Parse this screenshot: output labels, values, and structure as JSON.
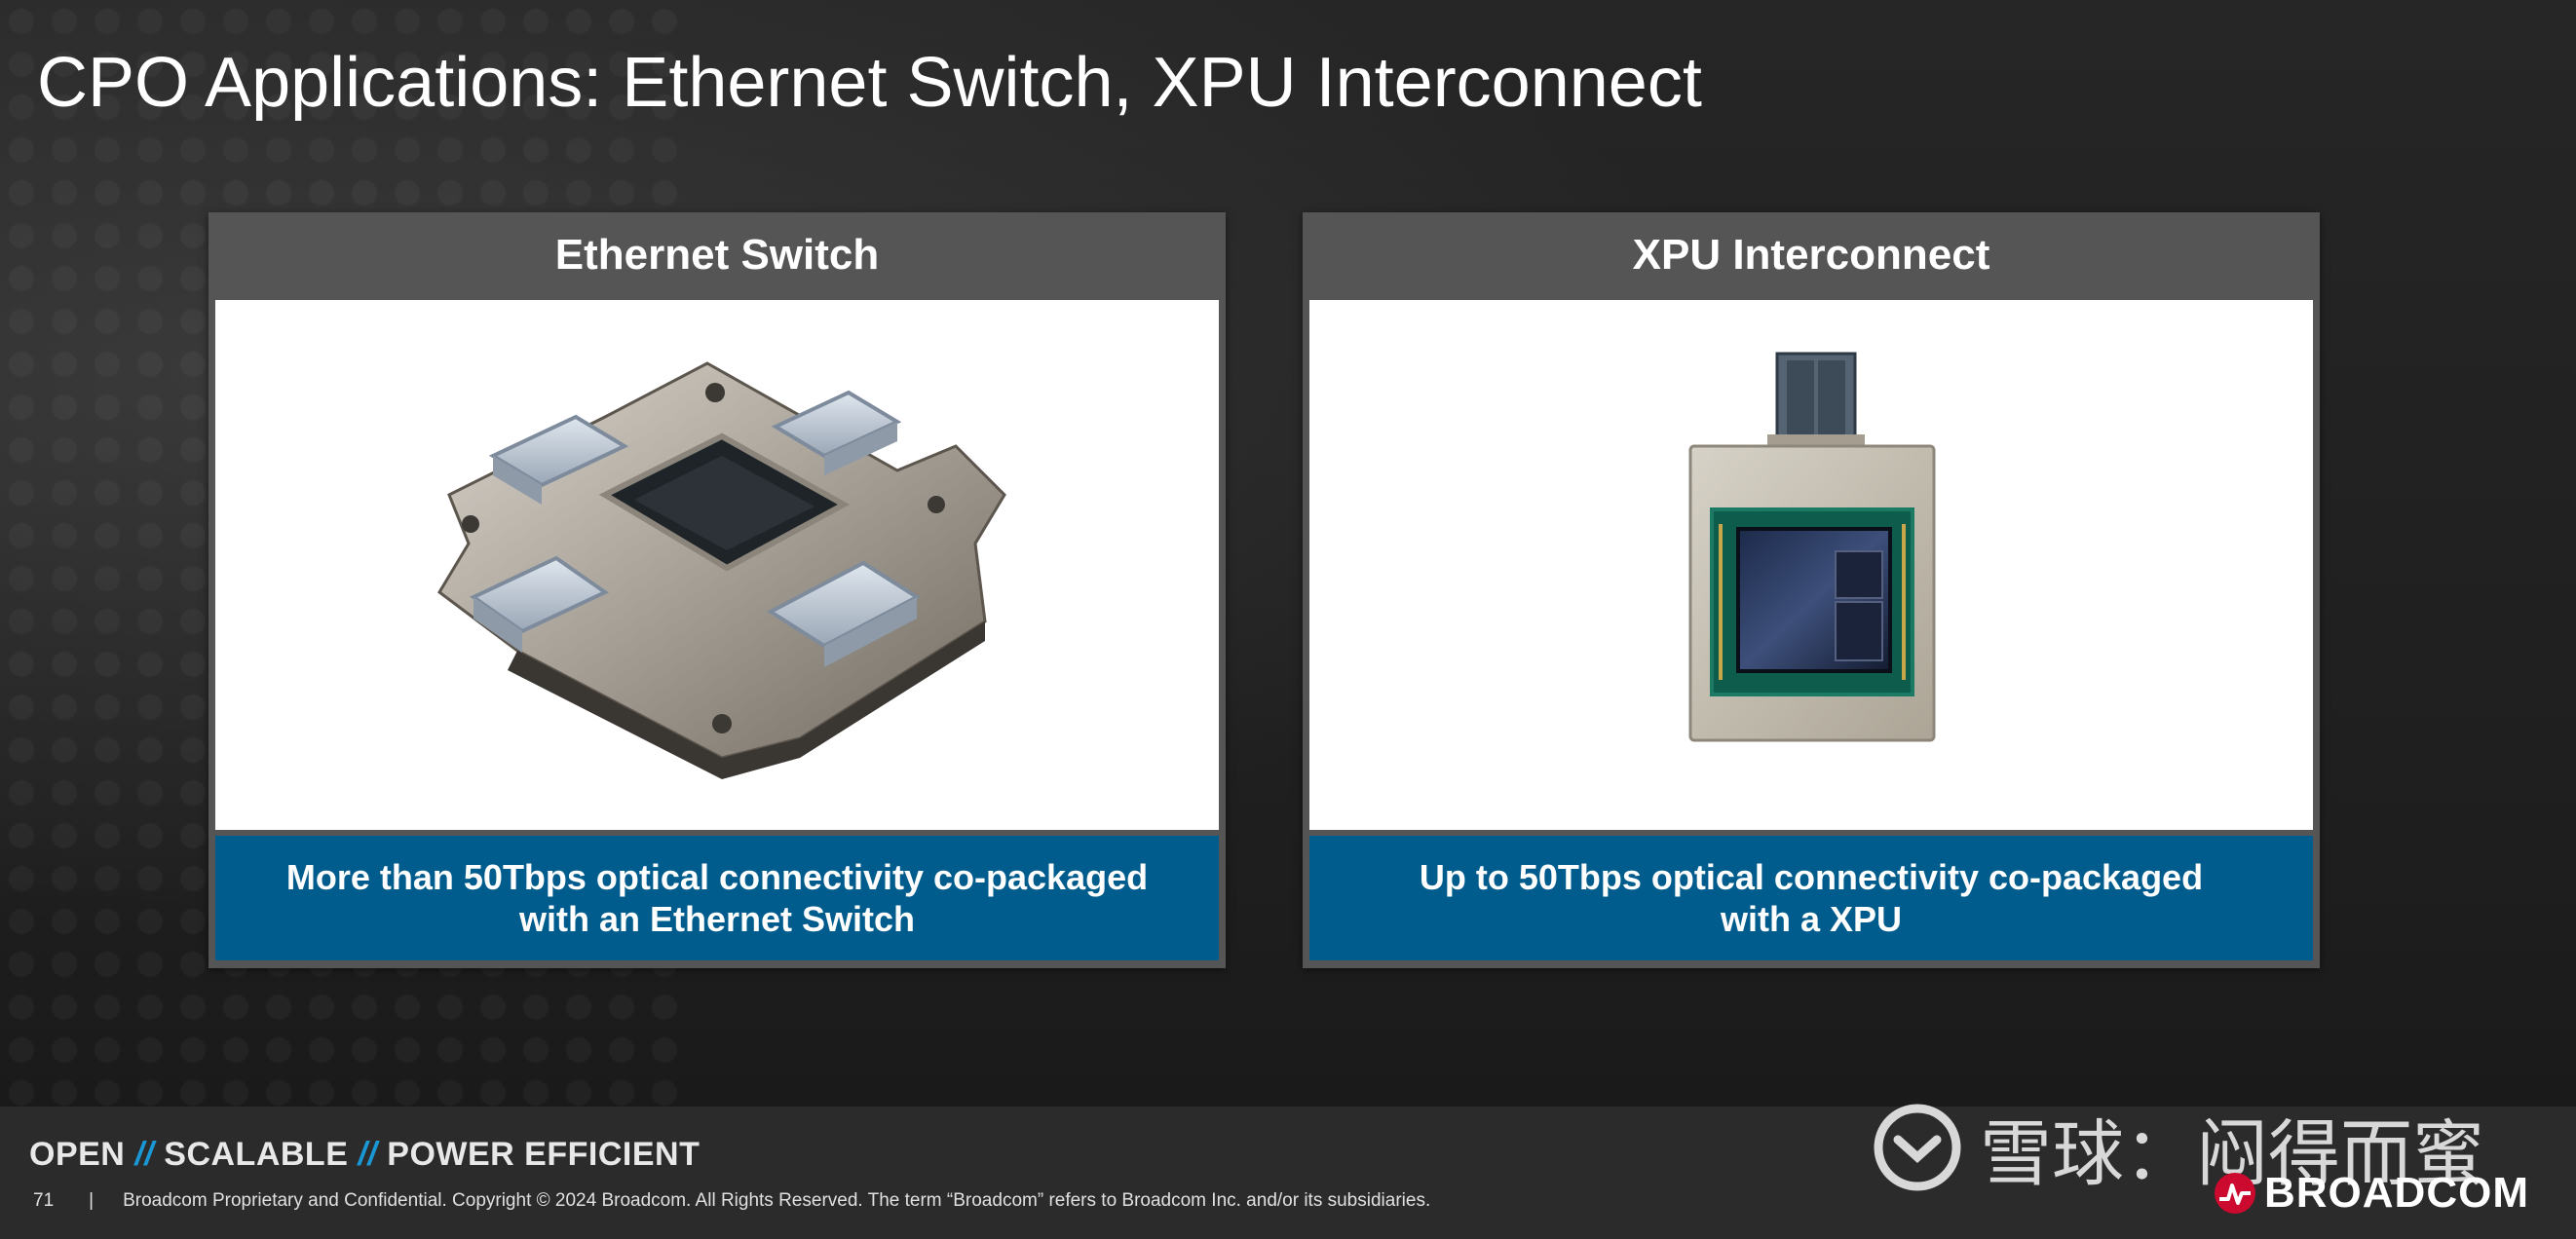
{
  "slide": {
    "title": "CPO Applications: Ethernet Switch, XPU Interconnect"
  },
  "cards": [
    {
      "header": "Ethernet Switch",
      "caption_line1": "More than 50Tbps optical connectivity co-packaged",
      "caption_line2": "with an Ethernet Switch",
      "image": "ethernet-switch-cpo-package"
    },
    {
      "header": "XPU Interconnect",
      "caption_line1": "Up to 50Tbps optical connectivity co-packaged",
      "caption_line2": "with a XPU",
      "image": "xpu-cpo-package"
    }
  ],
  "footer": {
    "tagline_open": "OPEN",
    "tagline_sep": "//",
    "tagline_scalable": "SCALABLE",
    "tagline_power": "POWER EFFICIENT",
    "page_number": "71",
    "divider": "|",
    "legal": "Broadcom Proprietary and Confidential.  Copyright © 2024 Broadcom.  All Rights Reserved. The term “Broadcom” refers to Broadcom Inc. and/or its subsidiaries.",
    "brand": "BROADCOM",
    "watermark": "雪球：闷得而蜜"
  },
  "colors": {
    "caption_blue": "#005c8c",
    "accent_blue": "#1a98d5",
    "brand_red": "#cc092f",
    "card_frame": "#555555"
  }
}
